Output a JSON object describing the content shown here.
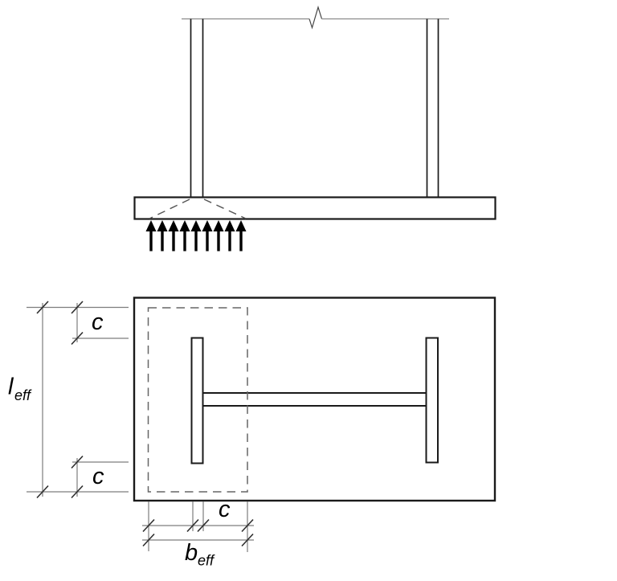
{
  "labels": {
    "c_top_left": "c",
    "c_bottom_left": "c",
    "c_bottom": "c",
    "l_eff_base": "l",
    "l_eff_subscript": "eff",
    "b_eff_base": "b",
    "b_eff_subscript": "eff"
  },
  "elevation": {
    "load_arrows": {
      "count": 9
    }
  },
  "colors": {
    "outline": "#1a1a1a",
    "dimension_line": "#7d7d7d",
    "tick": "#2e2e2e",
    "dashed": "#666666",
    "arrow": "#000000",
    "background": "#ffffff"
  }
}
